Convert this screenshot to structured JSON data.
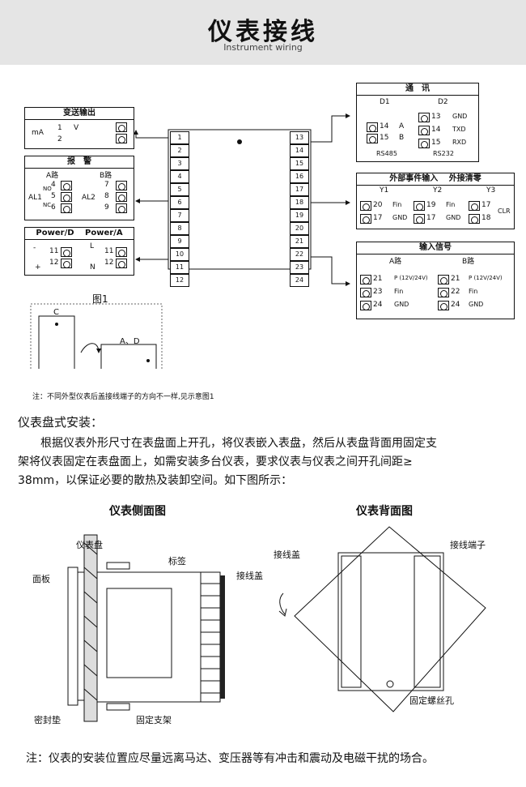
{
  "header": {
    "title": "仪表接线",
    "subtitle": "Instrument wiring"
  },
  "panels": {
    "transmit": {
      "title": "变送输出",
      "ma": "mA",
      "v": "V",
      "t1": "1",
      "t2": "2"
    },
    "alarm": {
      "title": "报　警",
      "a": "A路",
      "b": "B路",
      "al1": "AL1",
      "al2": "AL2",
      "no": "NO",
      "nc": "NC",
      "t4": "4",
      "t5": "5",
      "t6": "6",
      "t7": "7",
      "t8": "8",
      "t9": "9"
    },
    "power": {
      "d": "Power/D",
      "a": "Power/A",
      "t11": "11",
      "t12": "12",
      "l": "L",
      "n": "N",
      "minus": "-",
      "plus": "+"
    },
    "comm": {
      "title": "通　讯",
      "d1": "D1",
      "d2": "D2",
      "t14": "14",
      "t15": "15",
      "ta": "A",
      "tb": "B",
      "rs485": "RS485",
      "t13": "13",
      "gnd": "GND",
      "txd": "TXD",
      "rxd": "RXD",
      "rs232": "RS232"
    },
    "event": {
      "title": "外部事件输入",
      "clear": "外接清零",
      "y1": "Y1",
      "y2": "Y2",
      "y3": "Y3",
      "t20": "20",
      "t17": "17",
      "t19": "19",
      "t18": "18",
      "fin": "Fin",
      "gnd": "GND",
      "clr": "CLR"
    },
    "input": {
      "title": "输入信号",
      "a": "A路",
      "b": "B路",
      "t21": "21",
      "t23": "23",
      "t24": "24",
      "t22": "22",
      "p": "P (12V/24V)",
      "fin": "Fin",
      "gnd": "GND"
    }
  },
  "meter_left": [
    "1",
    "2",
    "3",
    "4",
    "5",
    "6",
    "7",
    "8",
    "9",
    "10",
    "11",
    "12"
  ],
  "meter_right": [
    "13",
    "14",
    "15",
    "16",
    "17",
    "18",
    "19",
    "20",
    "21",
    "22",
    "23",
    "24"
  ],
  "fig1": {
    "caption": "图1",
    "c": "C",
    "ad": "A、D"
  },
  "note1": "注：不同外型仪表后盖接线端子的方向不一样,见示意图1",
  "section": "仪表盘式安装：",
  "paragraph": [
    "根据仪表外形尺寸在表盘面上开孔，将仪表嵌入表盘，然后从表盘背面用固定支",
    "架将仪表固定在表盘面上，如需安装多台仪表，要求仪表与仪表之间开孔间距≥",
    "38mm，以保证必要的散热及装卸空间。如下图所示："
  ],
  "side_view": {
    "caption": "仪表侧面图",
    "panel": "仪表盘",
    "face": "面板",
    "label": "标签",
    "cover": "接线盖",
    "gasket": "密封垫",
    "bracket": "固定支架"
  },
  "back_view": {
    "caption": "仪表背面图",
    "cover": "接线盖",
    "terminal": "接线端子",
    "screw": "固定螺丝孔"
  },
  "note2": "注：仪表的安装位置应尽量远离马达、变压器等有冲击和震动及电磁干扰的场合。"
}
